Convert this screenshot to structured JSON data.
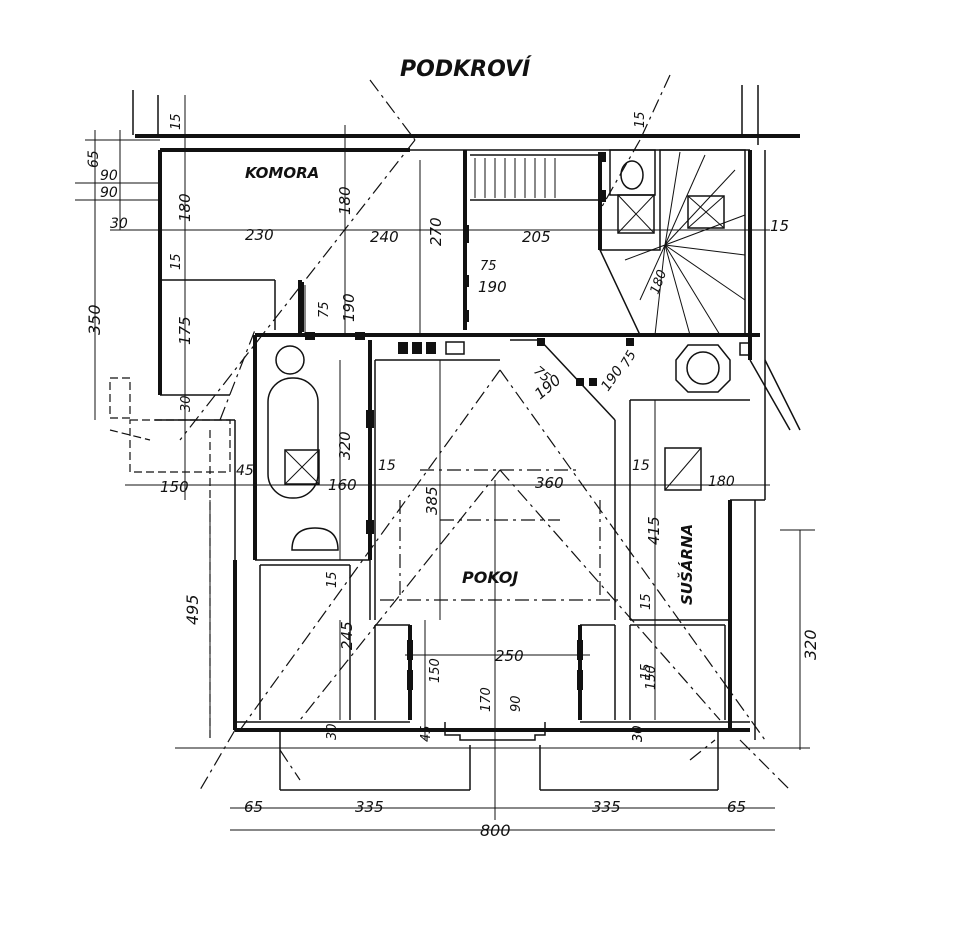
{
  "plan": {
    "title": "PODKROVÍ",
    "rooms": {
      "komora": "KOMORA",
      "pokoj": "POKOJ",
      "susarna": "SUŠÁRNA"
    },
    "dimensions": {
      "left": [
        "65",
        "90",
        "90",
        "30",
        "350",
        "180",
        "15",
        "175",
        "30",
        "150",
        "45",
        "495",
        "245",
        "30",
        "15"
      ],
      "top": [
        "15",
        "230",
        "240",
        "180",
        "270",
        "205",
        "15",
        "15",
        "75",
        "190",
        "75",
        "190",
        "180"
      ],
      "center": [
        "320",
        "15",
        "160",
        "385",
        "360",
        "15",
        "75",
        "190",
        "190",
        "75",
        "415",
        "15",
        "180"
      ],
      "lower": [
        "250",
        "150",
        "170",
        "90",
        "45",
        "30",
        "15",
        "150",
        "30",
        "320"
      ],
      "bottom": [
        "65",
        "335",
        "335",
        "65",
        "800"
      ]
    }
  }
}
